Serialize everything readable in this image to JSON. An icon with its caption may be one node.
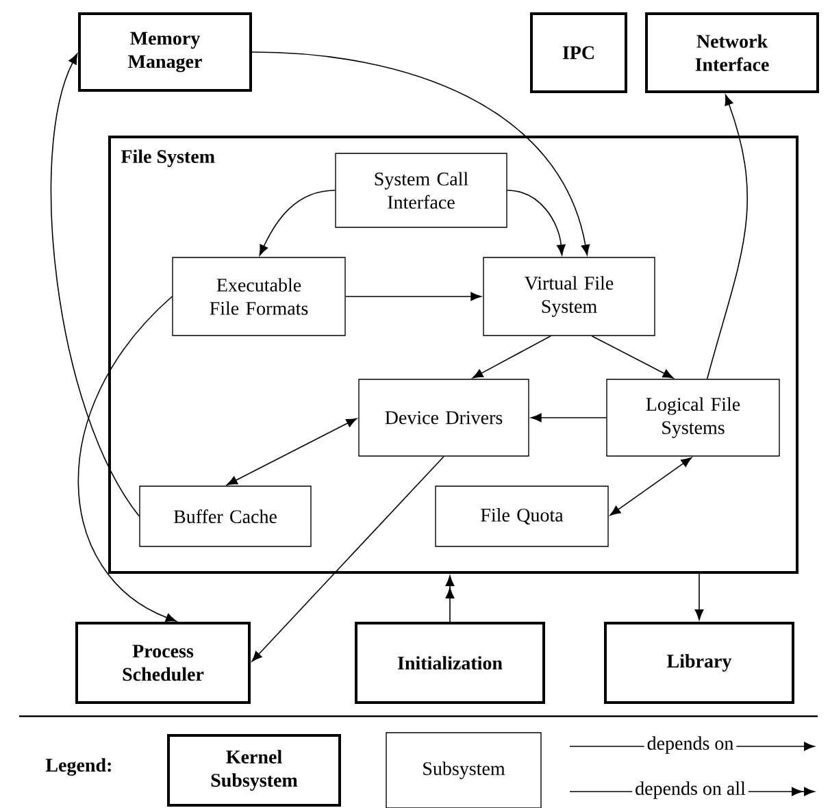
{
  "diagram": {
    "nodes": [
      {
        "text": [
          "Memory Manager"
        ]
      },
      {
        "text": [
          "IPC"
        ]
      },
      {
        "text": [
          "Network Interface"
        ]
      },
      {
        "text": [
          "File System"
        ]
      },
      {
        "text": [
          "System Call Interface"
        ],
        "in": 3
      },
      {
        "text": [
          "Executable File Formats"
        ],
        "in": 3
      },
      {
        "text": [
          "Virtual File System"
        ],
        "in": 3
      },
      {
        "text": [
          "Device Drivers"
        ],
        "in": 3
      },
      {
        "text": [
          "Logical File Systems"
        ],
        "in": 3
      },
      {
        "text": [
          "Buffer Cache"
        ],
        "in": 3
      },
      {
        "text": [
          "File Quota"
        ],
        "in": 3
      },
      {
        "text": [
          "Process Scheduler"
        ]
      },
      {
        "text": [
          "Initialization"
        ]
      },
      {
        "text": [
          "Library"
        ]
      }
    ],
    "edges": [
      {
        "from": 4,
        "to": 5,
        "arrow": "to"
      },
      {
        "from": 4,
        "to": 6,
        "arrow": "to"
      },
      {
        "from": 0,
        "to": 6,
        "arrow": "to"
      },
      {
        "from": 5,
        "to": 6,
        "arrow": "to"
      },
      {
        "from": 6,
        "to": 7,
        "arrow": "to"
      },
      {
        "from": 6,
        "to": 8,
        "arrow": "to"
      },
      {
        "from": 8,
        "to": 7,
        "arrow": "to"
      },
      {
        "from": 7,
        "to": 9,
        "arrow": "both"
      },
      {
        "from": 8,
        "to": 10,
        "arrow": "both"
      },
      {
        "from": 9,
        "to": 0,
        "arrow": "to"
      },
      {
        "from": 5,
        "to": 11,
        "arrow": "to"
      },
      {
        "from": 7,
        "to": 11,
        "arrow": "to"
      },
      {
        "from": 8,
        "to": 2,
        "arrow": "to"
      },
      {
        "from": 12,
        "to": 3,
        "arrow": "to"
      },
      {
        "from": 3,
        "to": 13,
        "arrow": "to"
      }
    ],
    "labels": [
      "Legend:"
    ],
    "legend": [
      {
        "text": "Kernel Subsystem"
      },
      {
        "text": "Subsystem"
      },
      {
        "text": "depends on"
      },
      {
        "text": "depends on all"
      }
    ]
  }
}
